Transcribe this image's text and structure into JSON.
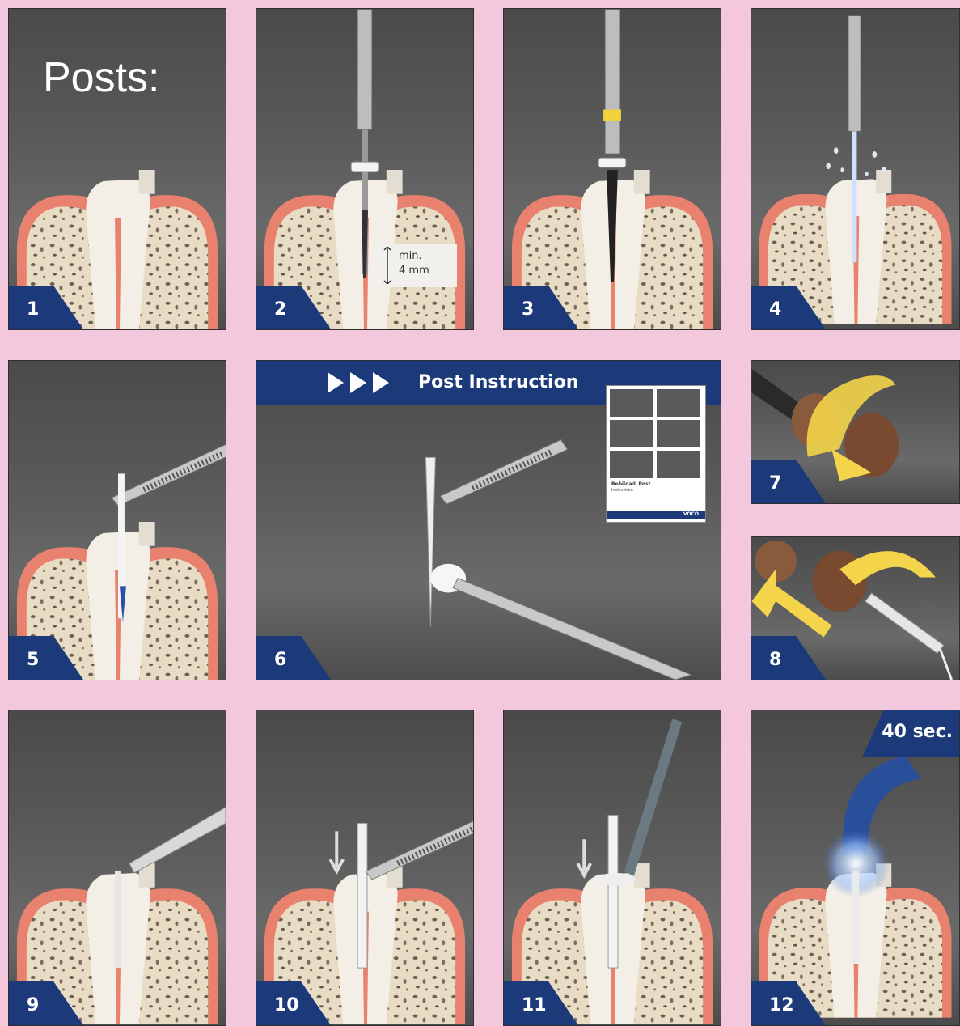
{
  "title": "Posts:",
  "steps": [
    "1",
    "2",
    "3",
    "4",
    "5",
    "6",
    "7",
    "8",
    "9",
    "10",
    "11",
    "12"
  ],
  "step2_label": {
    "line1": "min.",
    "line2": "4 mm"
  },
  "instruction": {
    "header": "Post Instruction",
    "booklet_title": "Rebilda® Post",
    "booklet_subtitle": "Instruction",
    "booklet_logo": "VOCO"
  },
  "timer": "40 sec.",
  "colors": {
    "background": "#f4c8dc",
    "panel_dark": "#4a4a4a",
    "tab_blue": "#1c3a7a",
    "gum": "#e8826e",
    "bone": "#e9dcc4",
    "arrow_yellow": "#f3d44a"
  }
}
